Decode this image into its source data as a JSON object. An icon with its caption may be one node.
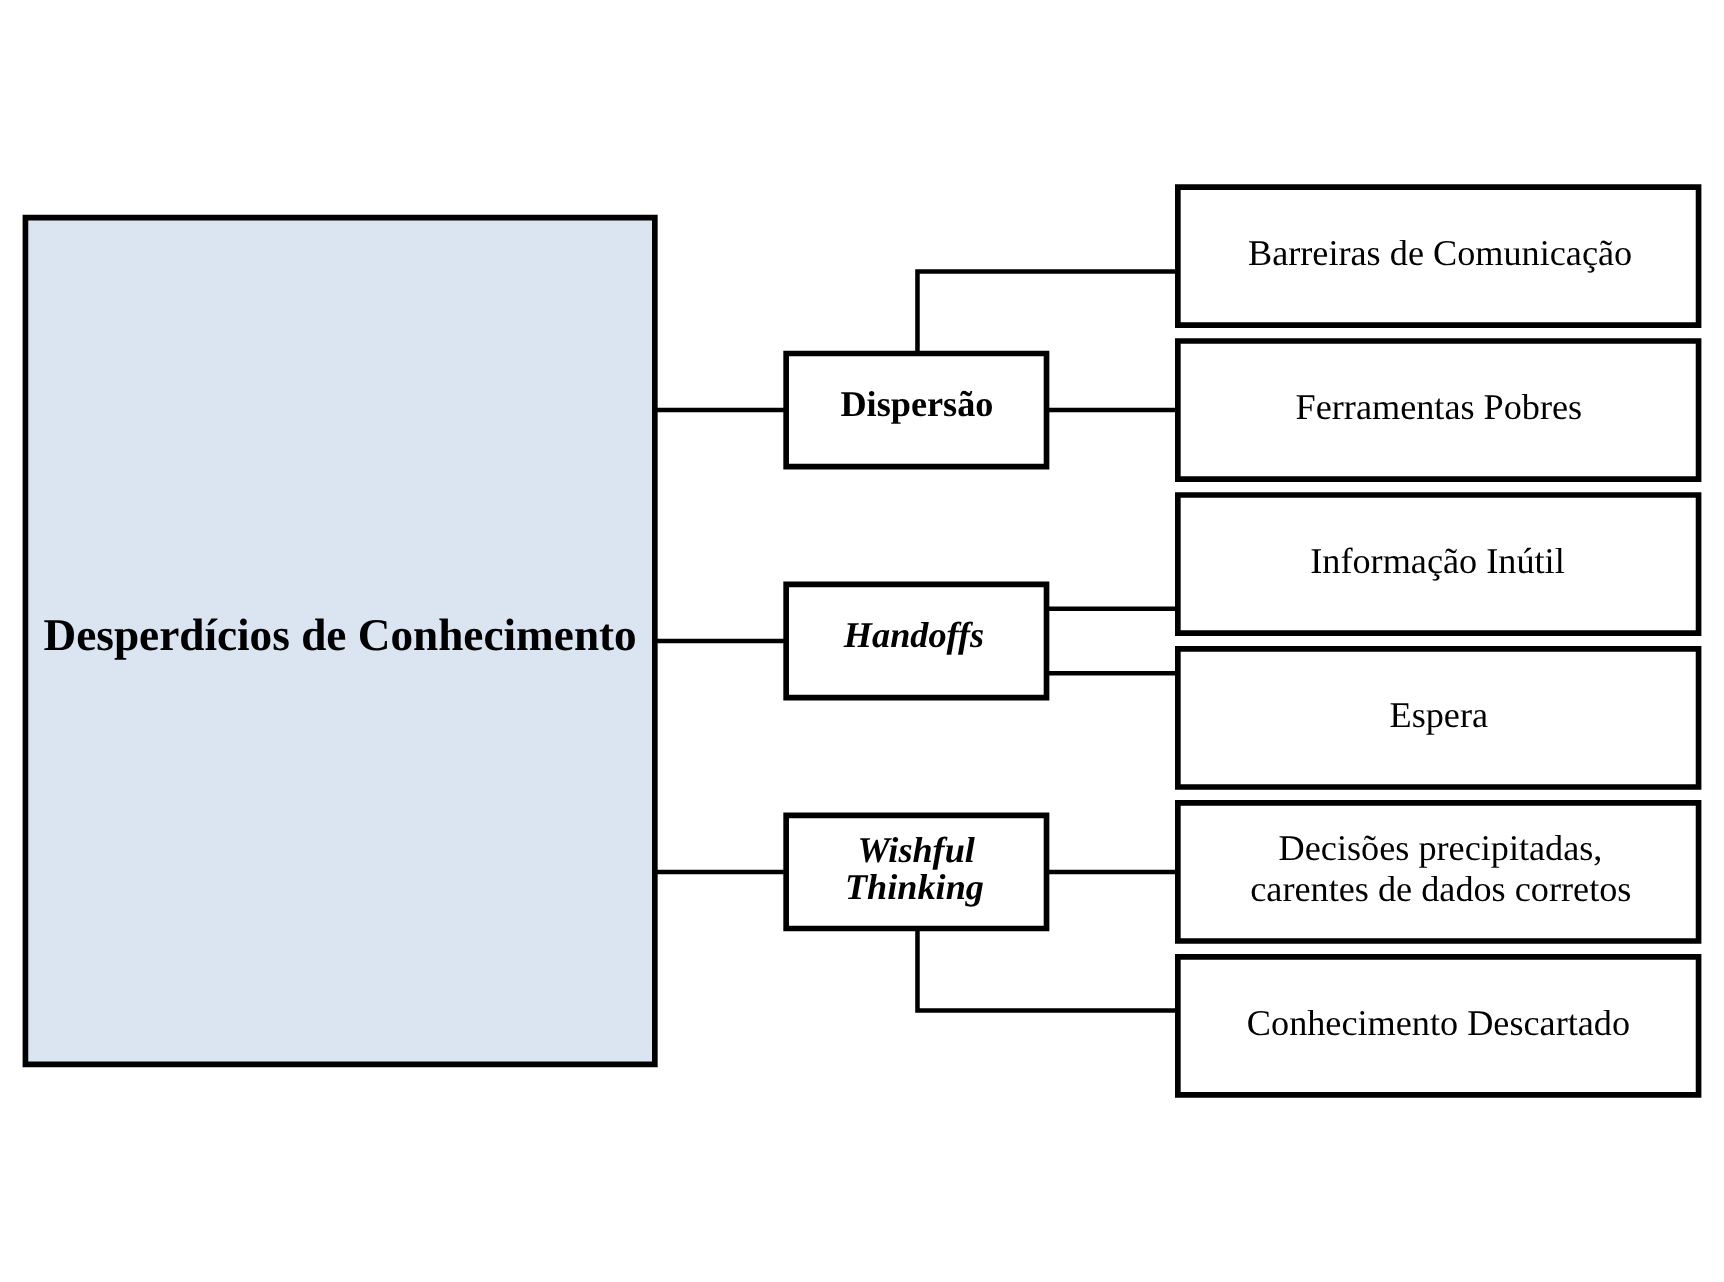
{
  "diagram": {
    "nodes": [
      {
        "text": [
          "Desperdícios de Conhecimento"
        ]
      },
      {
        "text": [
          "Dispersão"
        ]
      },
      {
        "text": [
          "Handoffs"
        ]
      },
      {
        "text": [
          "Wishful Thinking"
        ]
      },
      {
        "text": [
          "Barreiras de Comunicação"
        ]
      },
      {
        "text": [
          "Ferramentas Pobres"
        ]
      },
      {
        "text": [
          "Informação Inútil"
        ]
      },
      {
        "text": [
          "Espera"
        ]
      },
      {
        "text": [
          "Decisões precipitadas, carentes de dados corretos"
        ]
      },
      {
        "text": [
          "Conhecimento Descartado"
        ]
      }
    ],
    "edges": [
      {
        "from": 0,
        "to": 1,
        "arrow": "none"
      },
      {
        "from": 0,
        "to": 2,
        "arrow": "none"
      },
      {
        "from": 0,
        "to": 3,
        "arrow": "none"
      },
      {
        "from": 1,
        "to": 4,
        "arrow": "none"
      },
      {
        "from": 1,
        "to": 5,
        "arrow": "none"
      },
      {
        "from": 2,
        "to": 6,
        "arrow": "none"
      },
      {
        "from": 2,
        "to": 7,
        "arrow": "none"
      },
      {
        "from": 3,
        "to": 8,
        "arrow": "none"
      },
      {
        "from": 3,
        "to": 9,
        "arrow": "none"
      }
    ]
  }
}
